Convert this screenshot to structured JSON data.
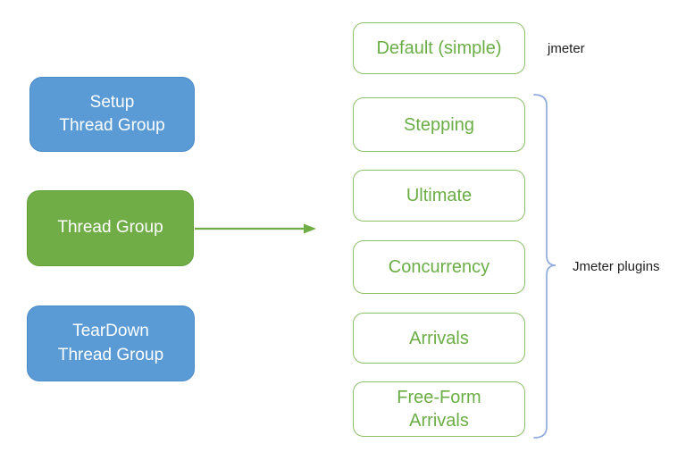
{
  "diagram": {
    "left_boxes": [
      {
        "id": "setup-thread-group",
        "label": "Setup\nThread Group",
        "style": "blue-filled"
      },
      {
        "id": "thread-group",
        "label": "Thread Group",
        "style": "green-filled"
      },
      {
        "id": "teardown-thread-group",
        "label": "TearDown\nThread Group",
        "style": "blue-filled"
      }
    ],
    "right_boxes": [
      {
        "id": "default-simple",
        "label": "Default (simple)"
      },
      {
        "id": "stepping",
        "label": "Stepping"
      },
      {
        "id": "ultimate",
        "label": "Ultimate"
      },
      {
        "id": "concurrency",
        "label": "Concurrency"
      },
      {
        "id": "arrivals",
        "label": "Arrivals"
      },
      {
        "id": "free-form-arrivals",
        "label": "Free-Form\nArrivals"
      }
    ],
    "annotations": {
      "jmeter_label": "jmeter",
      "plugins_label": "Jmeter plugins"
    },
    "colors": {
      "blue_fill": "#5B9BD5",
      "blue_border": "#4A8BC6",
      "green_fill": "#70AD47",
      "green_border": "#62A03A",
      "outline_border": "#8CC168",
      "outline_text": "#6AAE45",
      "arrow": "#70AD47",
      "brace": "#8FAADC",
      "label_text": "#1F1F1F"
    }
  }
}
